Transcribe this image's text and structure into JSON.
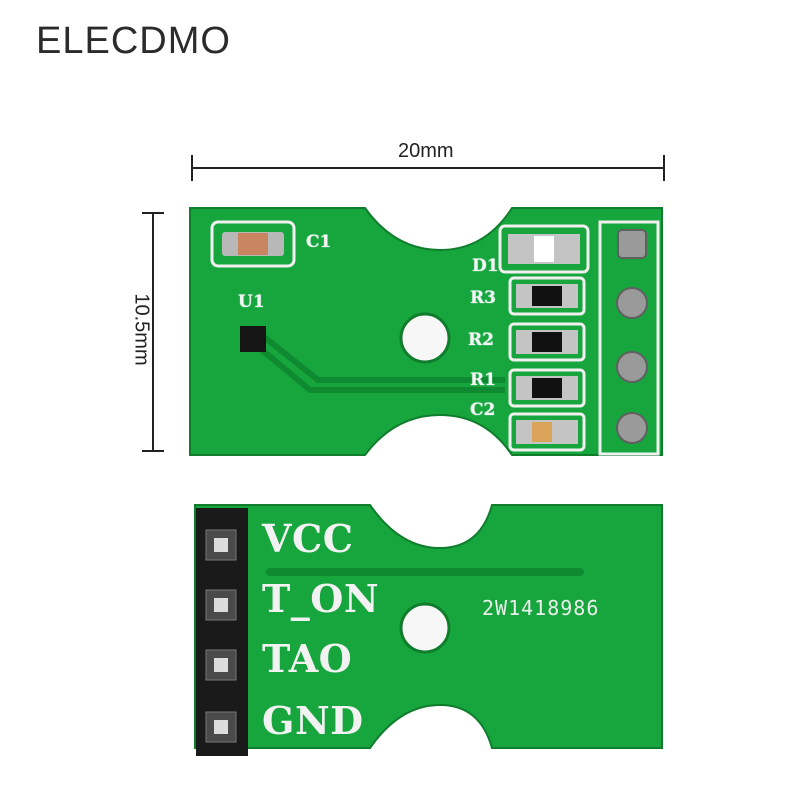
{
  "brand": "ELECDMO",
  "dimensions": {
    "width_label": "20mm",
    "height_label": "10.5mm"
  },
  "top_board": {
    "silkscreen": [
      "C1",
      "U1",
      "D1",
      "R3",
      "R2",
      "R1",
      "C2"
    ]
  },
  "bottom_board": {
    "pins": [
      "VCC",
      "T_ON",
      "TAO",
      "GND"
    ],
    "serial": "2W1418986"
  },
  "colors": {
    "pcb": "#14a13a",
    "pcb_dark": "#0e7a2a",
    "pad": "#c8c8c8",
    "header": "#1a1a1a"
  }
}
